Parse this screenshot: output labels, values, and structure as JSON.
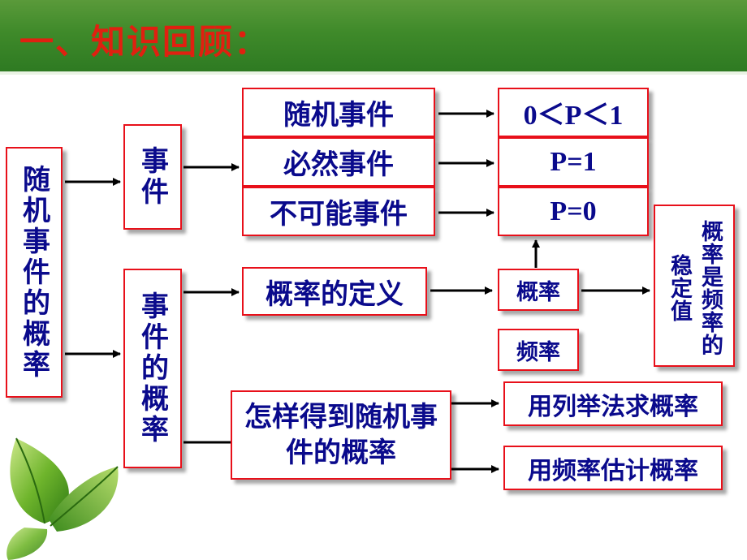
{
  "title": "一、知识回顾：",
  "nodes": {
    "root": "随机事件的概率",
    "events": "事件",
    "event_prob": "事件的概率",
    "random": "随机事件",
    "certain": "必然事件",
    "impossible": "不可能事件",
    "p_random": "0＜P＜1",
    "p_certain": "P=1",
    "p_impossible": "P=0",
    "definition": "概率的定义",
    "probability": "概率",
    "frequency": "频率",
    "stable": "概率是频率的稳定值",
    "how": "怎样得到随机事件的概率",
    "enumerate": "用列举法求概率",
    "estimate": "用频率估计概率"
  },
  "colors": {
    "border": "#e8101a",
    "text": "#0a0a8c",
    "title": "#e02010",
    "banner": "#3f8a2a"
  }
}
